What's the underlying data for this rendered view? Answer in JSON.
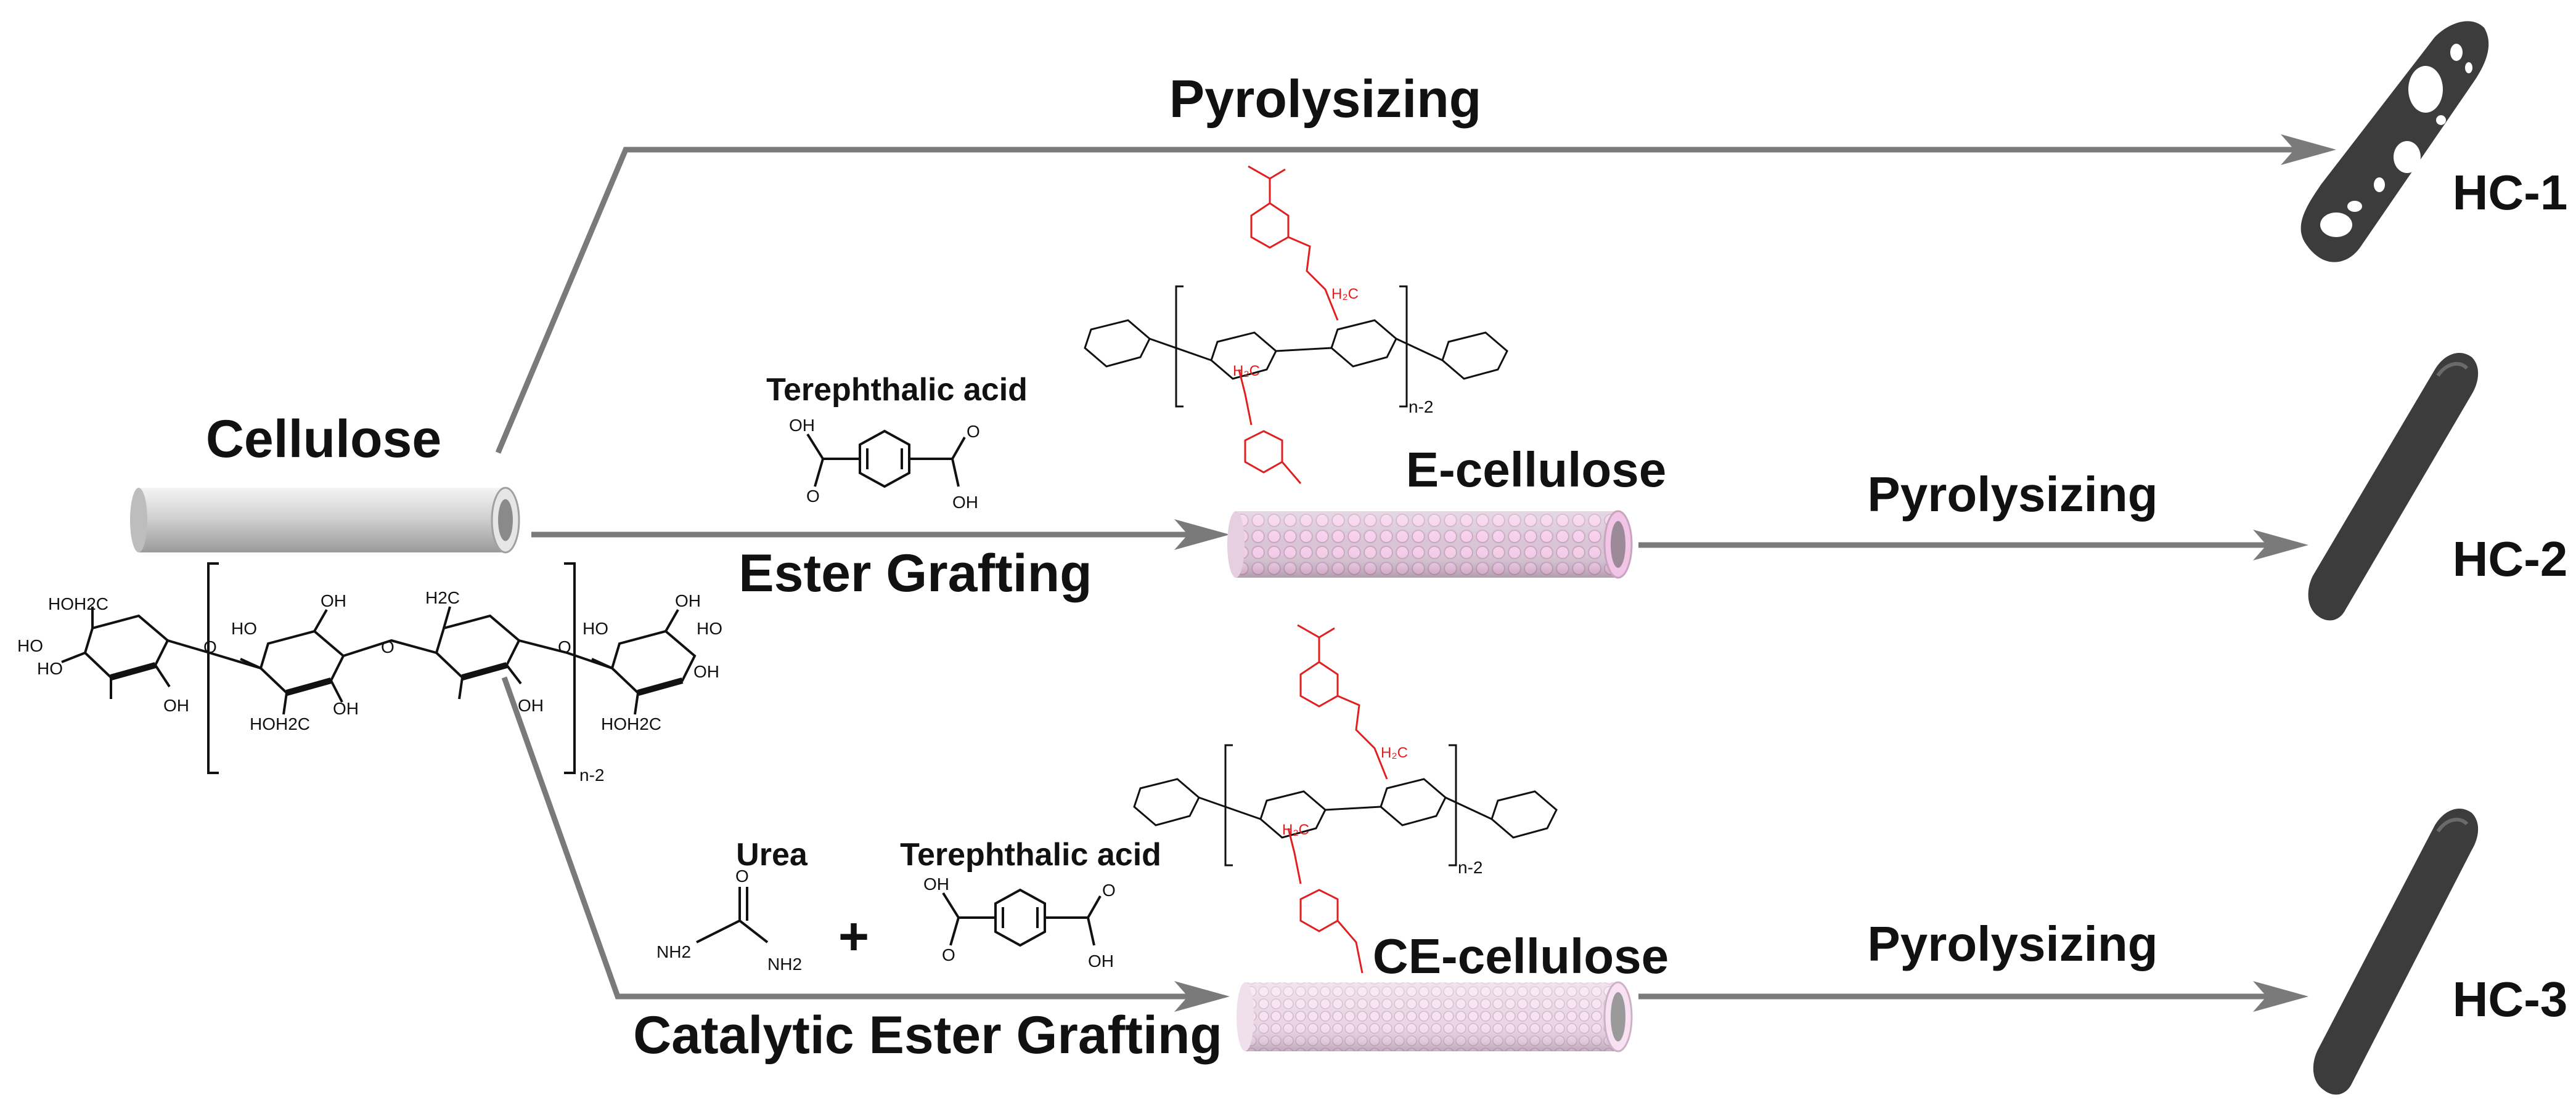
{
  "labels": {
    "pyrolysizing_top": "Pyrolysizing",
    "pyrolysizing_mid": "Pyrolysizing",
    "pyrolysizing_bottom": "Pyrolysizing",
    "cellulose": "Cellulose",
    "ester_grafting": "Ester Grafting",
    "catalytic_ester_grafting": "Catalytic Ester Grafting",
    "e_cellulose": "E-cellulose",
    "ce_cellulose": "CE-cellulose",
    "hc1": "HC-1",
    "hc2": "HC-2",
    "hc3": "HC-3",
    "terephthalic_acid_1": "Terephthalic acid",
    "terephthalic_acid_2": "Terephthalic acid",
    "urea": "Urea",
    "plus": "+"
  },
  "cellulose_structure": {
    "groups": [
      "HOH2C",
      "HO",
      "HO",
      "OH",
      "O",
      "HO",
      "OH",
      "HOH2C",
      "O",
      "OH",
      "H2C",
      "O",
      "OH",
      "HO",
      "OH",
      "HOH2C",
      "HO",
      "OH"
    ],
    "repeat": "n-2"
  },
  "grafted_structure": {
    "hydroxyl": "OH",
    "carbonyl": "O",
    "linker_red": "H2C",
    "repeat": "n-2"
  },
  "urea_groups": [
    "NH2",
    "O",
    "NH2"
  ],
  "colors": {
    "arrow": "#7a7a7a",
    "text": "#111111",
    "graft": "#e02020",
    "tube_bead": "#f2c4e6",
    "carbon": "#3c3c3c",
    "cellulose_rod": "#cccccc"
  }
}
